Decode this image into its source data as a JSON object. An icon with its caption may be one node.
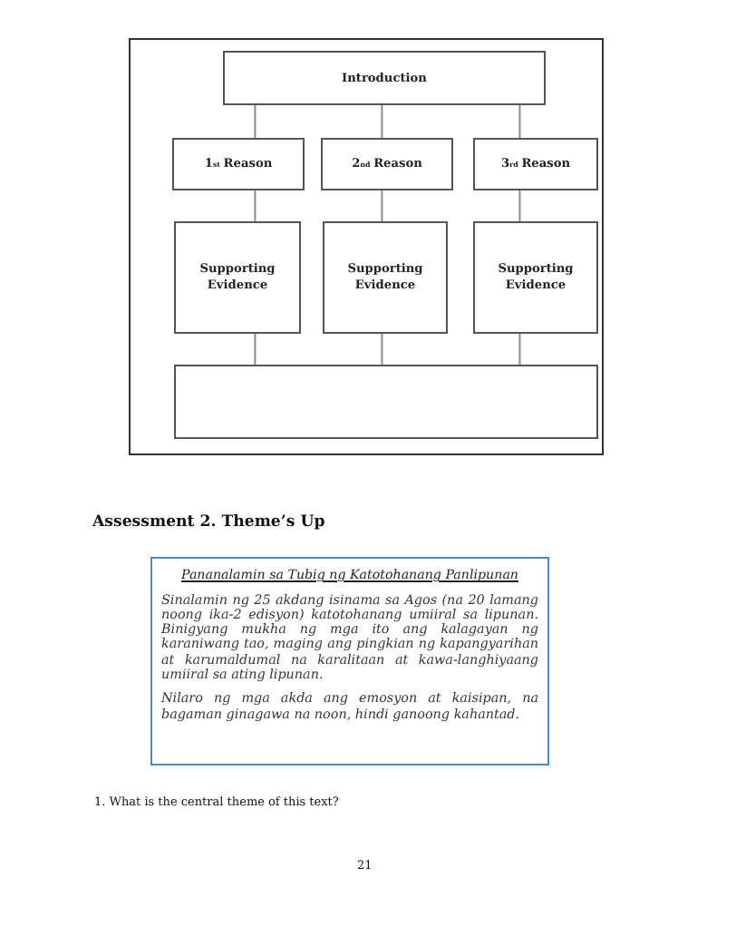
{
  "diagram": {
    "nodes": [
      {
        "text": [
          "Introduction"
        ]
      },
      {
        "text": [
          "1$^{st}$ Reason"
        ]
      },
      {
        "text": [
          "2$^{nd}$ Reason"
        ]
      },
      {
        "text": [
          "3$^{rd}$ Reason"
        ]
      },
      {
        "text": [
          "Supporting Evidence"
        ]
      },
      {
        "text": [
          "Supporting Evidence"
        ]
      },
      {
        "text": [
          "Supporting Evidence"
        ]
      },
      {
        "text": [],
        "shape": "box"
      },
      {
        "text": [
          "Pananalamin sa Tubig ng Katotohanang Panlipunan",
          "Sinalamin ng 25 akdang isinama sa Agos (na 20 lamang noong ika-2 edisyon) katotohanang umiiral sa lipunan. Binigyang mukha ng mga ito ang kalagayan ng karaniwang tao, maging ang pingkian ng kapangyarihan at karumaldumal na karalitaan at kawa-langhiyaang umiiral sa ating lipunan.",
          "Nilaro ng mga akda ang emosyon at kaisipan, na bagaman ginagawa na noon, hindi ganoong kahantad."
        ]
      }
    ],
    "edges": [
      {
        "from": 0,
        "to": 1,
        "arrow": "none"
      },
      {
        "from": 0,
        "to": 2,
        "arrow": "none"
      },
      {
        "from": 0,
        "to": 3,
        "arrow": "none"
      },
      {
        "from": 1,
        "to": 4,
        "arrow": "none"
      },
      {
        "from": 2,
        "to": 5,
        "arrow": "none"
      },
      {
        "from": 3,
        "to": 6,
        "arrow": "none"
      },
      {
        "from": 4,
        "to": 7,
        "arrow": "none"
      },
      {
        "from": 5,
        "to": 7,
        "arrow": "none"
      },
      {
        "from": 6,
        "to": 7,
        "arrow": "none"
      }
    ],
    "labels": [
      "Assessment 2. Theme’s Up",
      "1. What is the central theme of this text?",
      "21"
    ]
  }
}
